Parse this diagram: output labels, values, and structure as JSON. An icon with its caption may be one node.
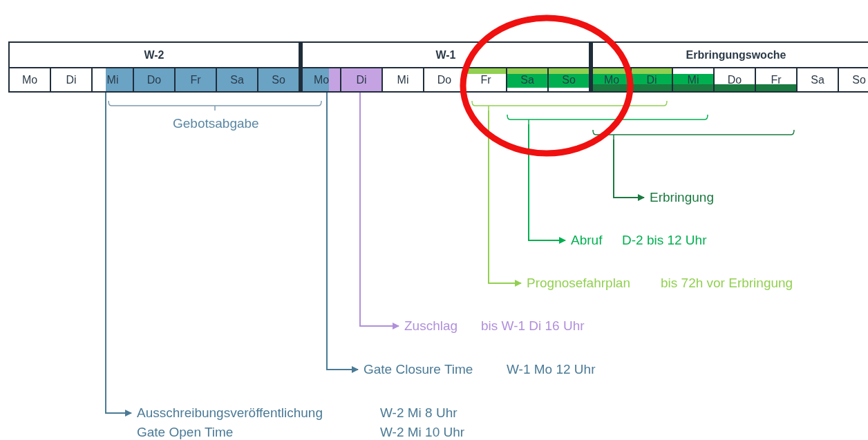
{
  "diagram": {
    "nodes": [
      {
        "text": [
          "W-2"
        ]
      },
      {
        "text": [
          "W-1"
        ]
      },
      {
        "text": [
          "Erbringungswoche"
        ]
      },
      {
        "text": [
          "Mo"
        ]
      },
      {
        "text": [
          "Di"
        ]
      },
      {
        "text": [
          "Mi"
        ]
      },
      {
        "text": [
          "Do"
        ]
      },
      {
        "text": [
          "Fr"
        ]
      },
      {
        "text": [
          "Sa"
        ]
      },
      {
        "text": [
          "So"
        ]
      },
      {
        "text": [
          "Mo"
        ]
      },
      {
        "text": [
          "Di"
        ]
      },
      {
        "text": [
          "Mi"
        ]
      },
      {
        "text": [
          "Do"
        ]
      },
      {
        "text": [
          "Fr"
        ]
      },
      {
        "text": [
          "Sa"
        ]
      },
      {
        "text": [
          "So"
        ]
      },
      {
        "text": [
          "Mo"
        ]
      },
      {
        "text": [
          "Di"
        ]
      },
      {
        "text": [
          "Mi"
        ]
      },
      {
        "text": [
          "Do"
        ]
      },
      {
        "text": [
          "Fr"
        ]
      },
      {
        "text": [
          "Sa"
        ]
      },
      {
        "text": [
          "So"
        ]
      },
      {
        "text": [],
        "shape": "bracket"
      },
      {
        "text": [],
        "shape": "bracket"
      },
      {
        "text": [],
        "shape": "bracket"
      },
      {
        "text": [
          "Erbringung"
        ]
      },
      {
        "text": [
          "Abruf",
          "D-2 bis 12 Uhr"
        ]
      },
      {
        "text": [
          "Prognosefahrplan",
          "bis 72h vor Erbringung"
        ]
      },
      {
        "text": [
          "Zuschlag",
          "bis W-1 Di 16 Uhr"
        ]
      },
      {
        "text": [
          "Gate Closure Time",
          "W-1 Mo 12 Uhr"
        ]
      },
      {
        "text": [
          "Ausschreibungsveröffentlichung",
          "W-2 Mi 8 Uhr",
          "Gate Open Time",
          "W-2 Mi 10 Uhr"
        ]
      }
    ],
    "edges": [
      {
        "from": 26,
        "to": 27,
        "arrow": "to",
        "color": "#1a7a40"
      },
      {
        "from": 25,
        "to": 28,
        "arrow": "to",
        "color": "#00b050"
      },
      {
        "from": 24,
        "to": 29,
        "arrow": "to",
        "color": "#92d050"
      },
      {
        "from": 11,
        "to": 30,
        "arrow": "to",
        "color": "#b08fdc"
      },
      {
        "from": 10,
        "to": 31,
        "arrow": "to",
        "color": "#4a7a96"
      },
      {
        "from": 5,
        "to": 32,
        "arrow": "to",
        "color": "#4a7a96"
      }
    ],
    "labels": [
      "Gebotsabgabe"
    ]
  }
}
